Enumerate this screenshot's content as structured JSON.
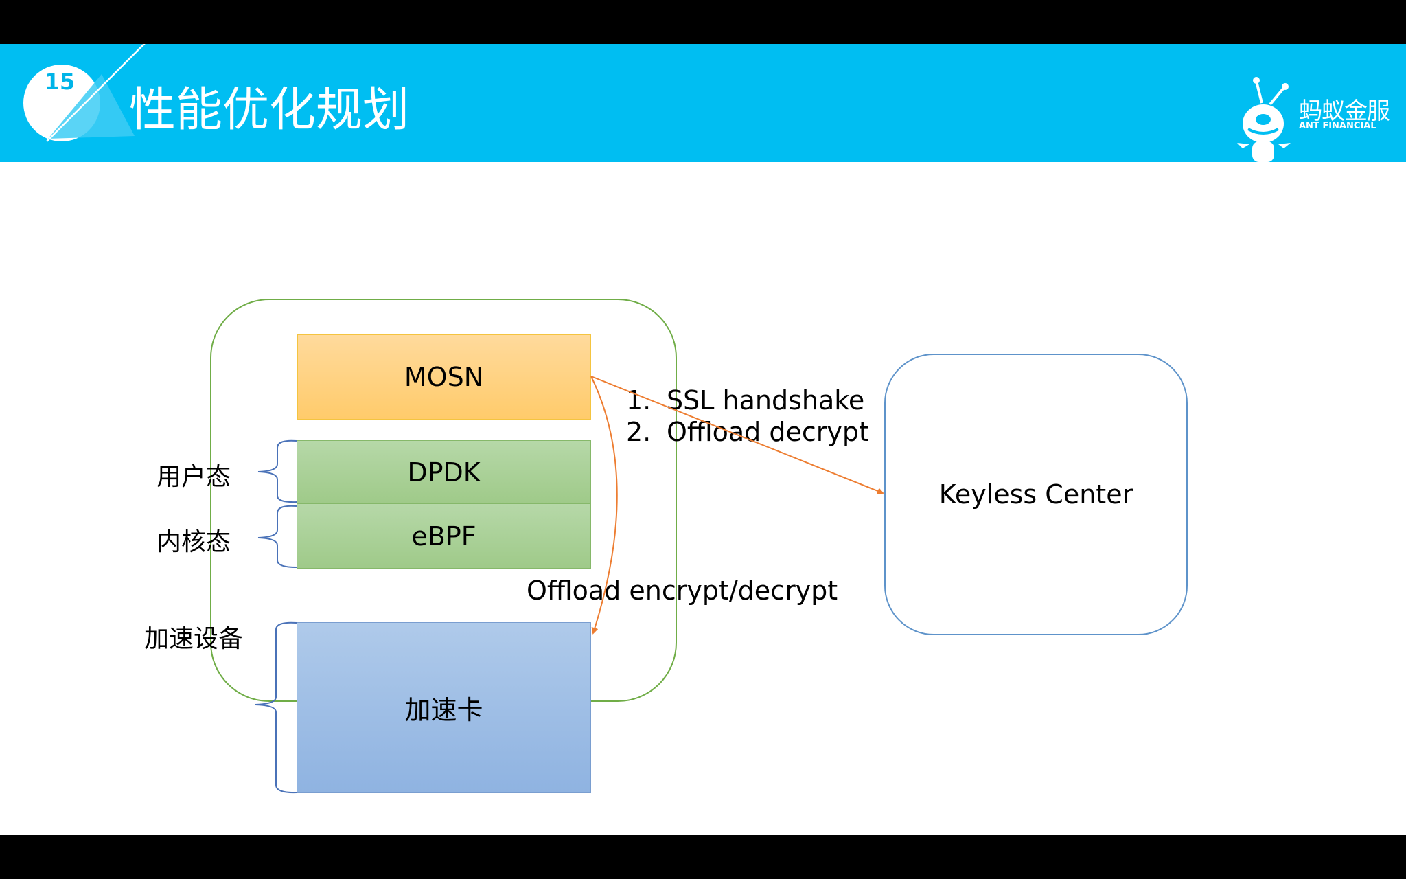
{
  "slide": {
    "number": "15",
    "title": "性能优化规划"
  },
  "logo": {
    "name_cn": "蚂蚁金服",
    "name_en": "ANT FINANCIAL"
  },
  "diagram": {
    "layers": [
      {
        "id": "mosn",
        "label": "MOSN",
        "color": "#FFCB6B"
      },
      {
        "id": "dpdk",
        "label": "DPDK",
        "color": "#A9D18E"
      },
      {
        "id": "ebpf",
        "label": "eBPF",
        "color": "#A9D18E"
      },
      {
        "id": "accel",
        "label": "加速卡",
        "color": "#9DC3E6"
      }
    ],
    "side_labels": {
      "user_space": "用户态",
      "kernel_space": "内核态",
      "accel_device": "加速设备"
    },
    "keyless_center": "Keyless Center",
    "steps": [
      {
        "num": "1.",
        "text": "SSL handshake"
      },
      {
        "num": "2.",
        "text": "Offload decrypt"
      }
    ],
    "offload_label": "Offload encrypt/decrypt",
    "colors": {
      "header": "#00BEF2",
      "container_border": "#70AD47",
      "keyless_border": "#5E93CA",
      "arrow": "#ED7D31",
      "bracket": "#4A72B8"
    }
  }
}
